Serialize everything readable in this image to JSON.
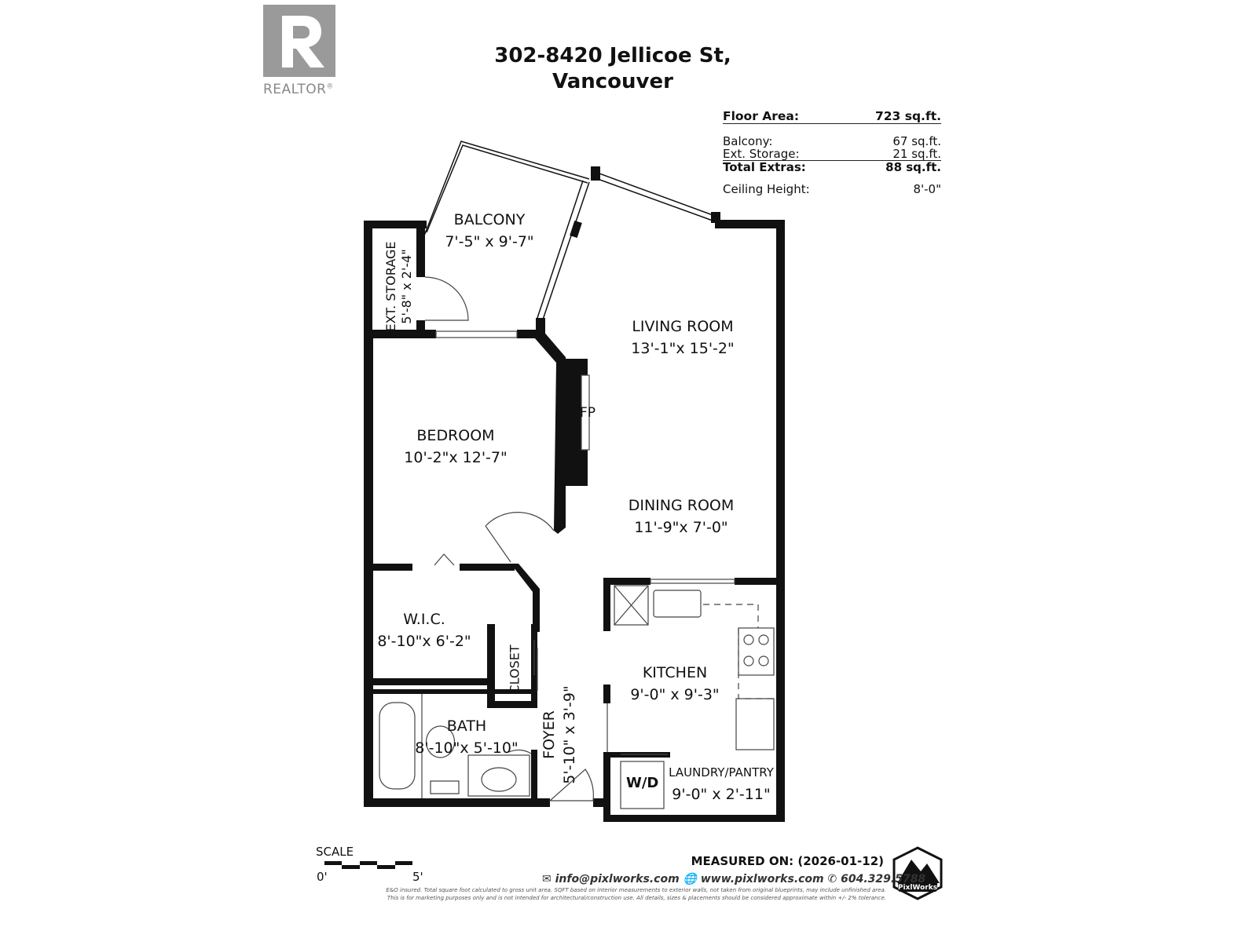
{
  "logo": {
    "text": "REALTOR",
    "mark": "®"
  },
  "title": {
    "line1": "302-8420 Jellicoe St,",
    "line2": "Vancouver"
  },
  "stats": {
    "floor_area_label": "Floor Area:",
    "floor_area": "723 sq.ft.",
    "balcony_label": "Balcony:",
    "balcony": "67 sq.ft.",
    "storage_label": "Ext. Storage:",
    "storage": "21 sq.ft.",
    "extras_label": "Total Extras:",
    "extras": "88 sq.ft.",
    "ceiling_label": "Ceiling Height:",
    "ceiling": "8'-0\""
  },
  "rooms": {
    "balcony": {
      "name": "BALCONY",
      "dims": "7'-5\" x 9'-7\""
    },
    "storage": {
      "name": "EXT. STORAGE",
      "dims": "5'-8\" x 2'-4\""
    },
    "living": {
      "name": "LIVING ROOM",
      "dims": "13'-1\"x 15'-2\""
    },
    "fp": "FP",
    "bedroom": {
      "name": "BEDROOM",
      "dims": "10'-2\"x 12'-7\""
    },
    "dining": {
      "name": "DINING ROOM",
      "dims": "11'-9\"x 7'-0\""
    },
    "wic": {
      "name": "W.I.C.",
      "dims": "8'-10\"x 6'-2\""
    },
    "closet": "CLOSET",
    "kitchen": {
      "name": "KITCHEN",
      "dims": "9'-0\" x 9'-3\""
    },
    "bath": {
      "name": "BATH",
      "dims": "8'-10\"x 5'-10\""
    },
    "foyer": {
      "name": "FOYER",
      "dims": "5'-10\" x 3'-9\""
    },
    "laundry": {
      "name": "LAUNDRY/PANTRY",
      "dims": "9'-0\" x 2'-11\""
    },
    "wd": "W/D"
  },
  "scale": {
    "label": "SCALE",
    "start": "0'",
    "end": "5'"
  },
  "footer": {
    "measured": "MEASURED ON: (2026-01-12)",
    "email": "info@pixlworks.com",
    "web": "www.pixlworks.com",
    "phone": "604.329.5788",
    "disclaimer1": "E&O insured. Total square foot calculated to gross unit area. SQFT based on interior measurements to exterior walls, not taken from original blueprints, may include unfinished area.",
    "disclaimer2": "This is for marketing purposes only and is not intended for architectural/construction use. All details, sizes & placements should be considered approximate within +/- 2% tolerance.",
    "brand": "PixlWorks"
  }
}
